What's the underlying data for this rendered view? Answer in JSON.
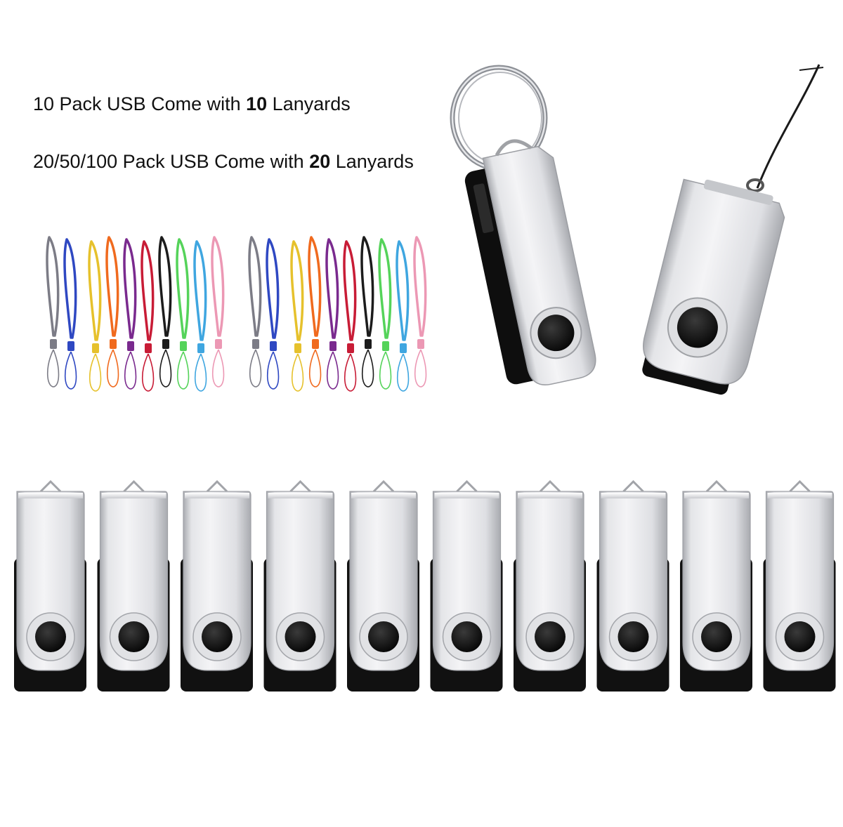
{
  "captions": {
    "line1": {
      "before": "10 Pack USB Come with ",
      "count": "10",
      "after": " Lanyards"
    },
    "line2": {
      "before": "20/50/100 Pack USB Come with ",
      "count": "20",
      "after": " Lanyards"
    }
  },
  "lanyard_groups": [
    {
      "colors": [
        "#7c7c86",
        "#2f48c2",
        "#e6c12c",
        "#f06a1e",
        "#7a2a8e",
        "#c81c36",
        "#1c1c1c",
        "#55d35a",
        "#3fa6e0",
        "#ec98b4"
      ]
    },
    {
      "colors": [
        "#7c7c86",
        "#2f48c2",
        "#e6c12c",
        "#f06a1e",
        "#7a2a8e",
        "#c81c36",
        "#1c1c1c",
        "#55d35a",
        "#3fa6e0",
        "#ec98b4"
      ]
    }
  ],
  "flash_drive_row": {
    "count": 10
  },
  "colors": {
    "metal_light": "#f4f4f6",
    "metal_dark": "#a9abb0",
    "body": "#111111"
  }
}
